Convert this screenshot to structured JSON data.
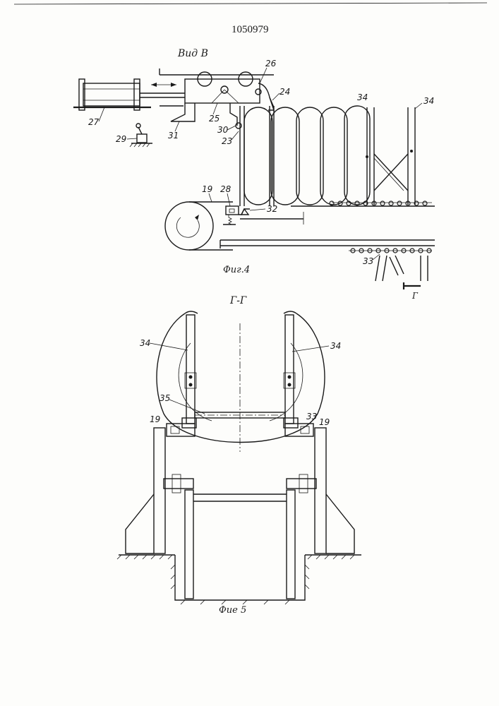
{
  "document": {
    "patent_number": "1050979",
    "fig4_caption": "Фиг.4",
    "fig5_caption": "Фие 5",
    "view_label": "Вид В",
    "section_label": "Г-Г",
    "section_marker": "Г"
  },
  "labels_fig4": [
    "27",
    "29",
    "31",
    "25",
    "26",
    "24",
    "30",
    "23",
    "34",
    "34",
    "19",
    "28",
    "32",
    "33"
  ],
  "labels_fig5": [
    "34",
    "34",
    "35",
    "19",
    "33",
    "19"
  ]
}
